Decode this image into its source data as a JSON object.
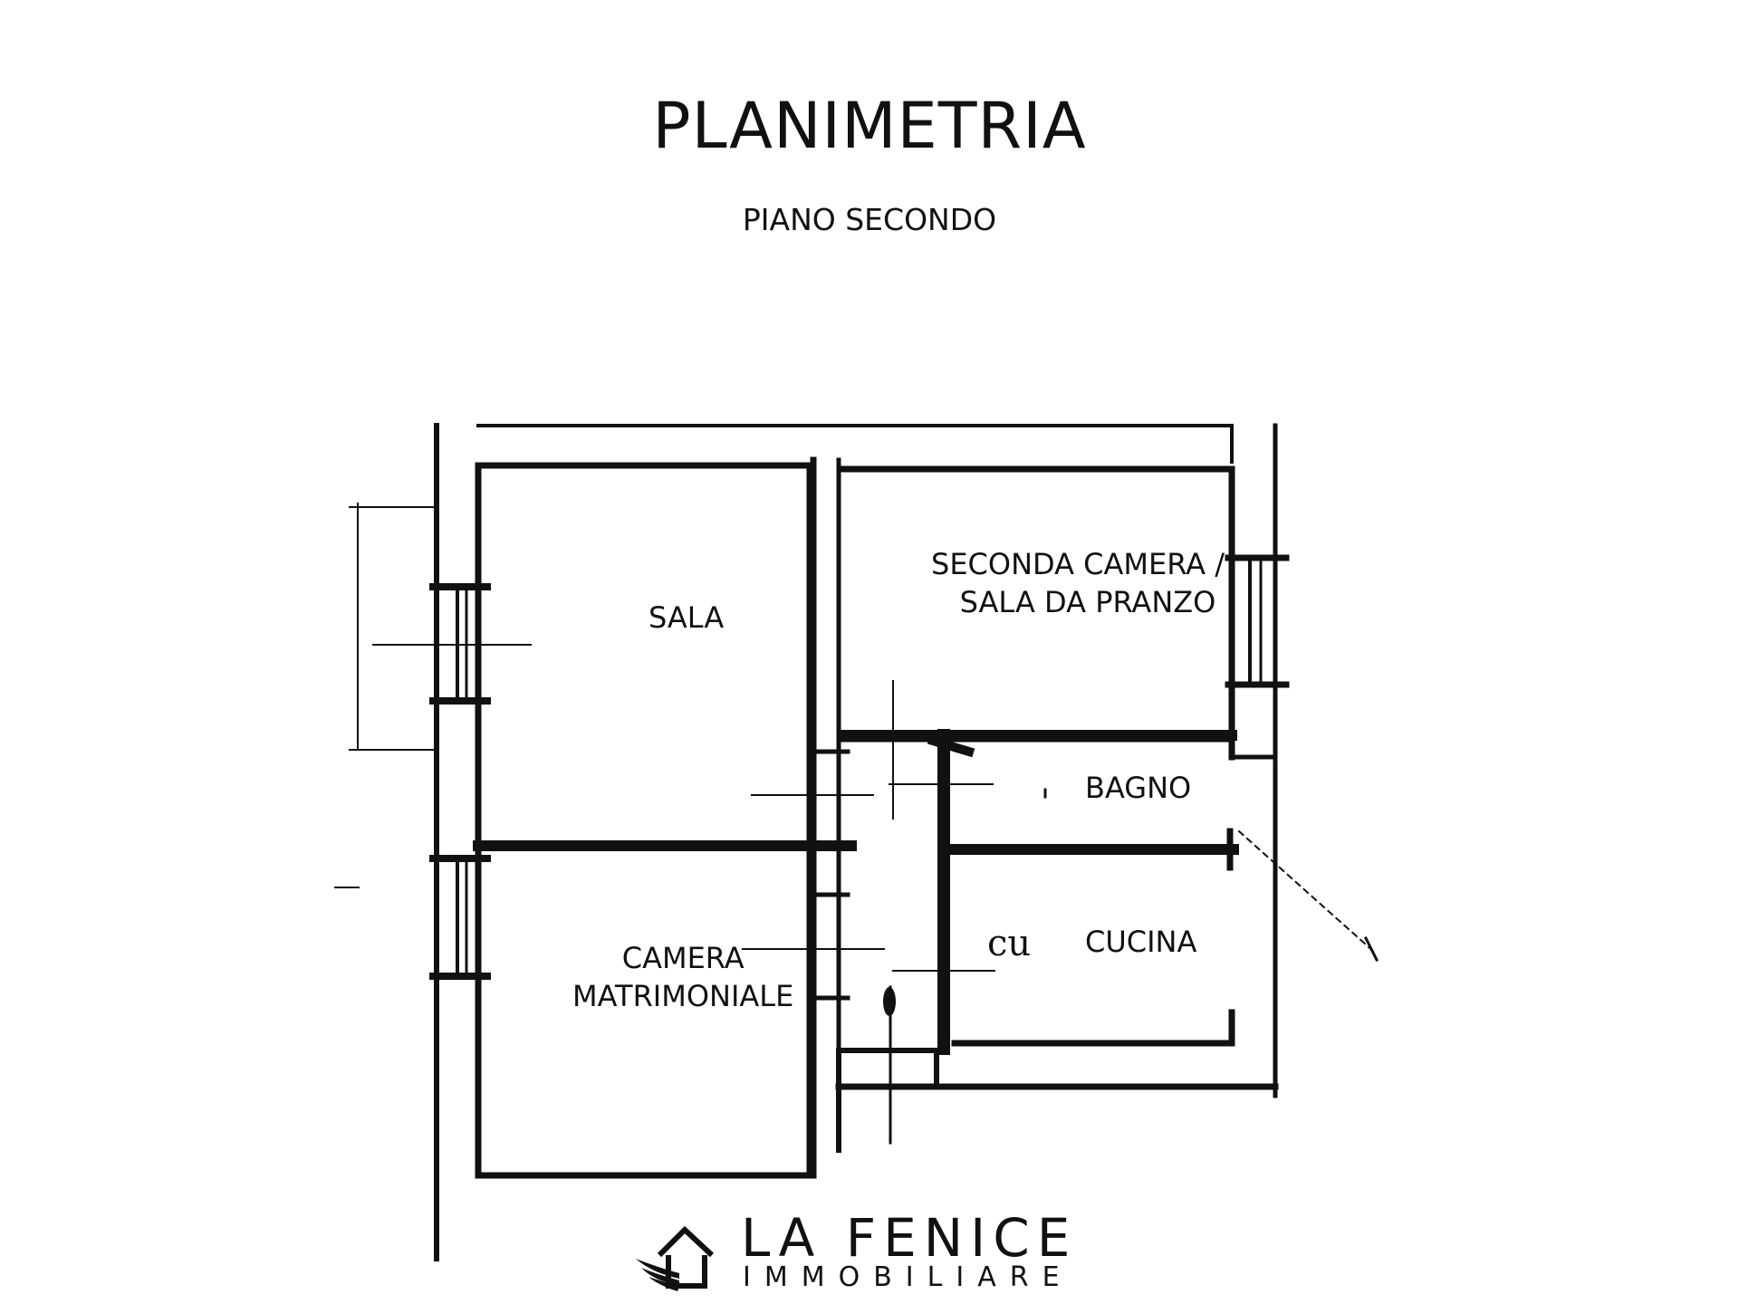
{
  "header": {
    "title": "PLANIMETRIA",
    "subtitle": "PIANO SECONDO"
  },
  "rooms": {
    "sala": "SALA",
    "seconda_camera_line1": "SECONDA CAMERA /",
    "seconda_camera_line2": "SALA DA PRANZO",
    "bagno": "BAGNO",
    "cucina": "CUCINA",
    "cucina_handwritten": "cu",
    "camera_line1": "CAMERA",
    "camera_line2": "MATRIMONIALE"
  },
  "logo": {
    "name": "LA FENICE",
    "subtitle": "IMMOBILIARE",
    "icon": "phoenix-house-icon"
  },
  "colors": {
    "ink": "#111111",
    "background": "#ffffff"
  }
}
